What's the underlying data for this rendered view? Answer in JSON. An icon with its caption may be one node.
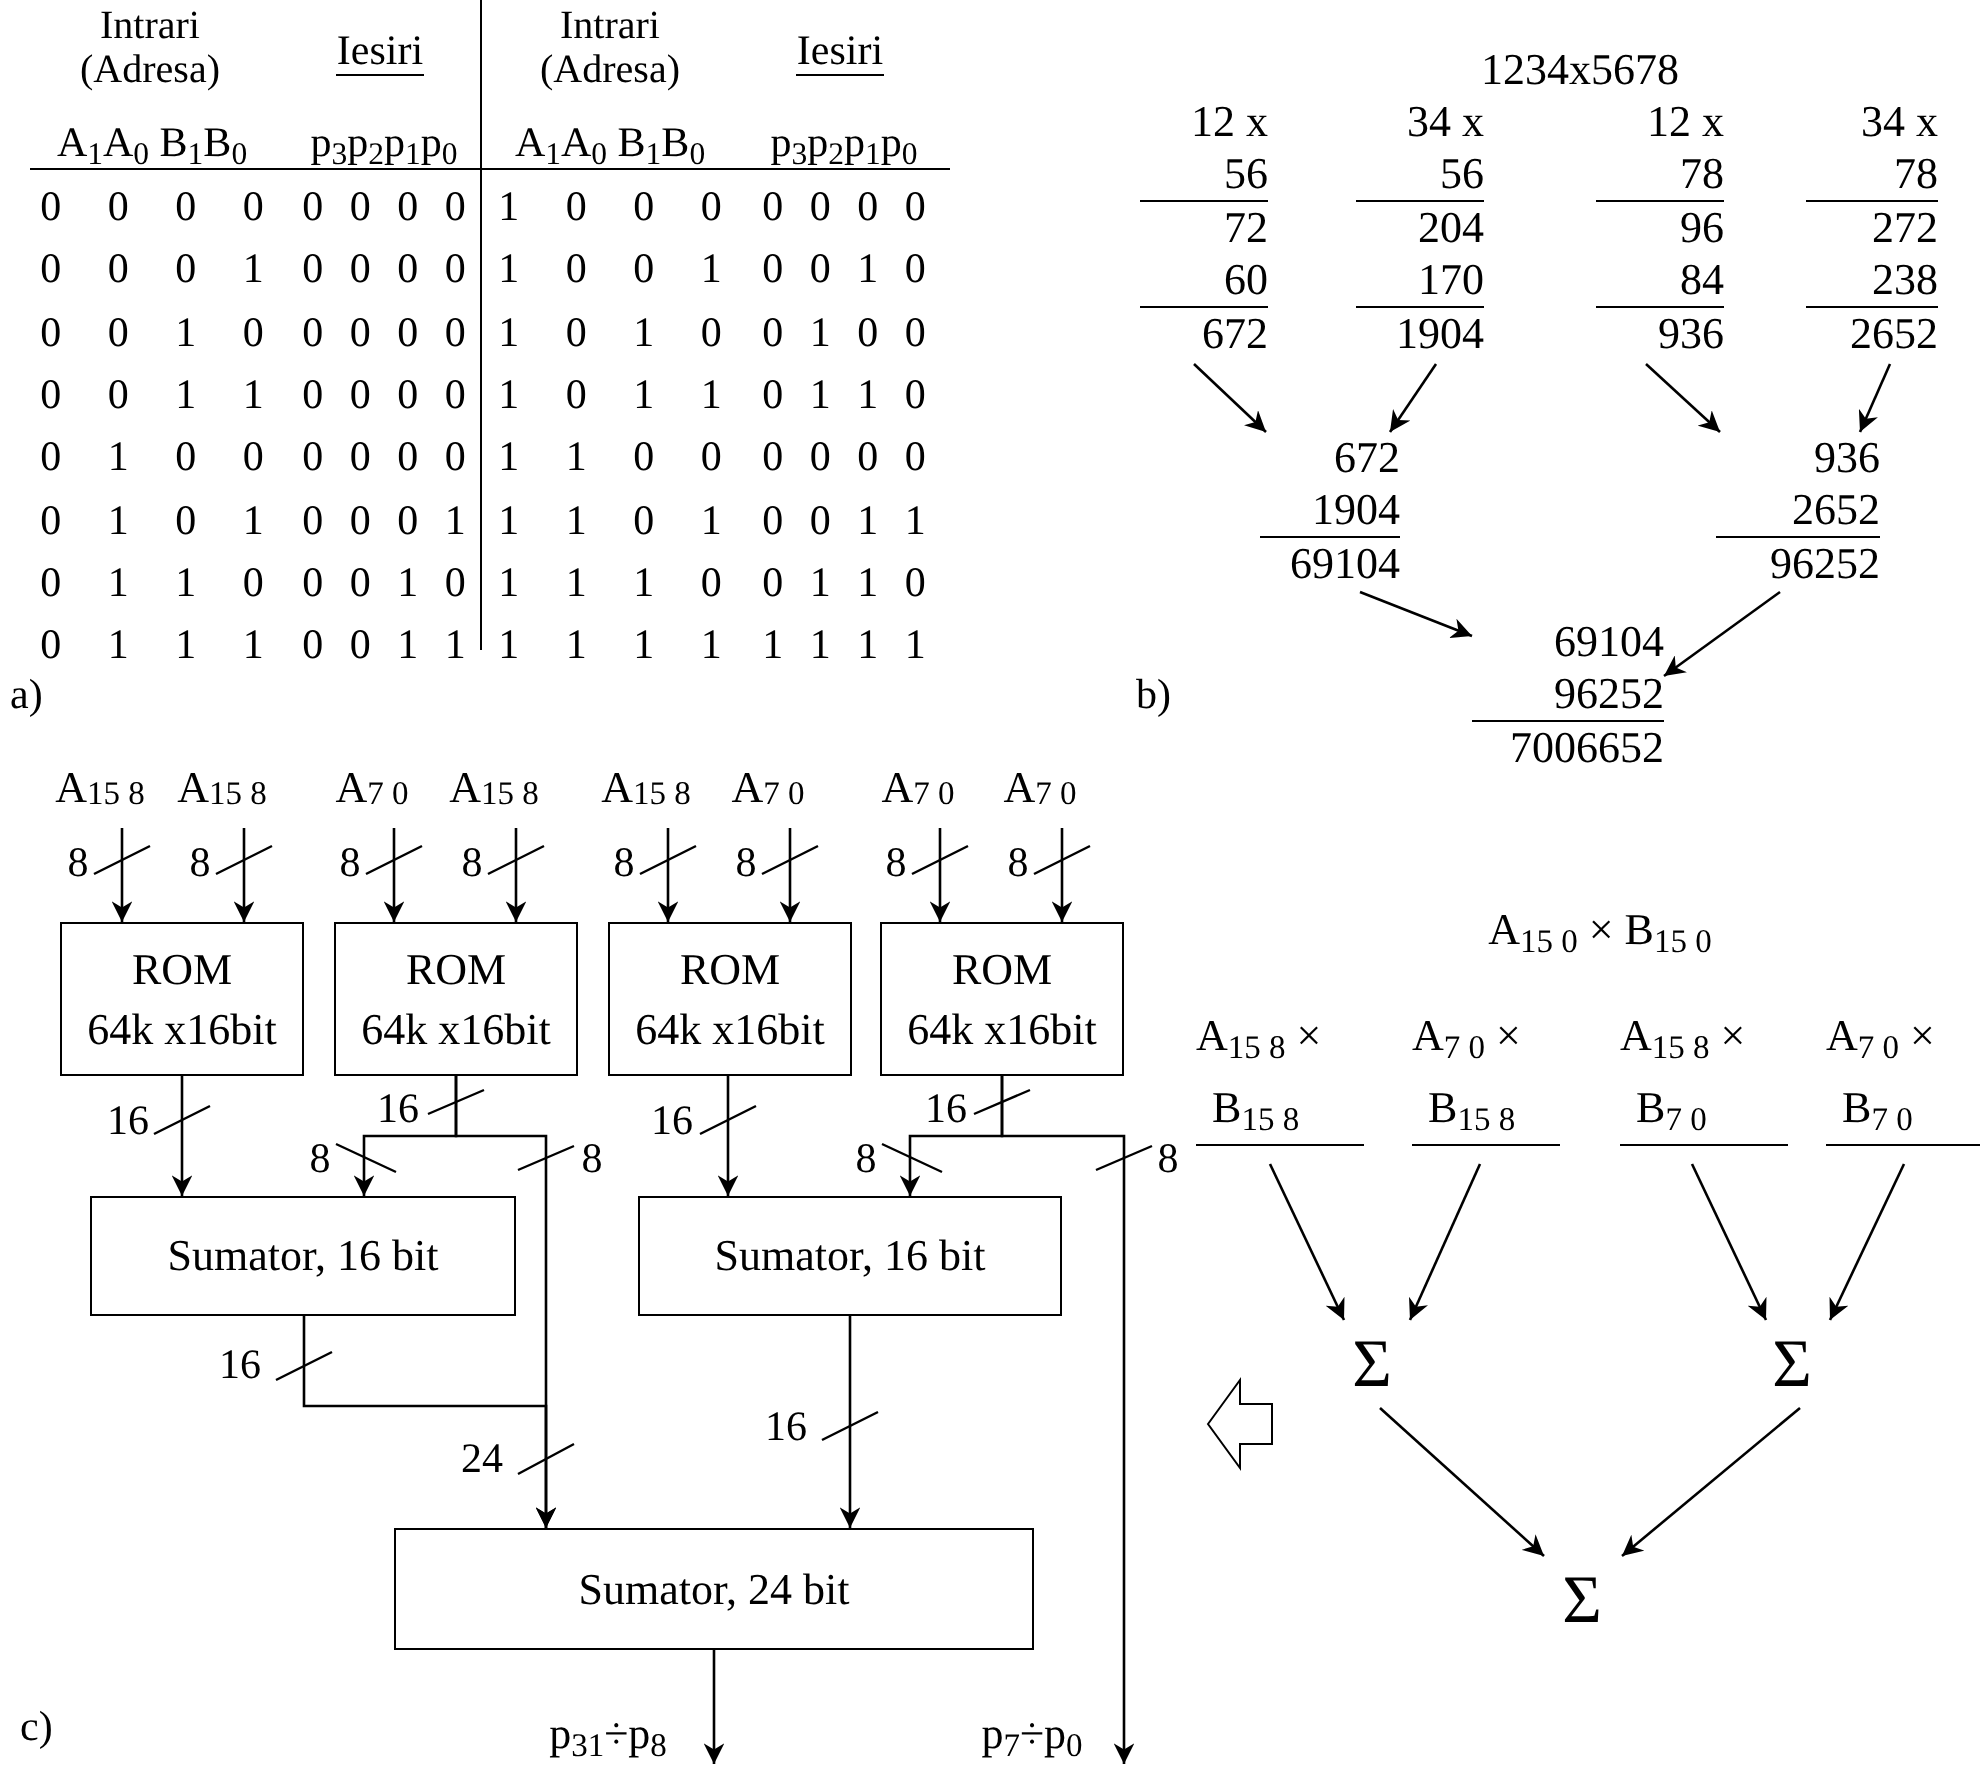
{
  "diagram": {
    "nodes": [
      {
        "text": [
          "12 x",
          "56",
          "72",
          "60",
          "672"
        ]
      },
      {
        "text": [
          "34 x",
          "56",
          "204",
          "170",
          "1904"
        ]
      },
      {
        "text": [
          "12 x",
          "78",
          "96",
          "84",
          "936"
        ]
      },
      {
        "text": [
          "34 x",
          "78",
          "272",
          "238",
          "2652"
        ]
      },
      {
        "text": [
          "672",
          "1904",
          "69104"
        ]
      },
      {
        "text": [
          "936",
          "2652",
          "96252"
        ]
      },
      {
        "text": [
          "69104",
          "96252",
          "7006652"
        ]
      },
      {
        "text": [
          "A$_{15 8}$"
        ]
      },
      {
        "text": [
          "A$_{15 8}$"
        ]
      },
      {
        "text": [
          "A$_{7 0}$"
        ]
      },
      {
        "text": [
          "A$_{15 8}$"
        ]
      },
      {
        "text": [
          "A$_{15 8}$"
        ]
      },
      {
        "text": [
          "A$_{7 0}$"
        ]
      },
      {
        "text": [
          "A$_{7 0}$"
        ]
      },
      {
        "text": [
          "A$_{7 0}$"
        ]
      },
      {
        "text": [
          "ROM",
          "64k x16bit"
        ]
      },
      {
        "text": [
          "ROM",
          "64k x16bit"
        ]
      },
      {
        "text": [
          "ROM",
          "64k x16bit"
        ]
      },
      {
        "text": [
          "ROM",
          "64k x16bit"
        ]
      },
      {
        "text": [
          "Sumator, 16 bit"
        ]
      },
      {
        "text": [
          "Sumator, 16 bit"
        ]
      },
      {
        "text": [
          "Sumator, 24 bit"
        ]
      },
      {
        "text": [
          "A$_{15 8}$ ×",
          "B$_{15 8}$"
        ]
      },
      {
        "text": [
          "A$_{7 0}$ ×",
          "B$_{15 8}$"
        ]
      },
      {
        "text": [
          "A$_{15 8}$ ×",
          "B$_{7 0}$"
        ]
      },
      {
        "text": [
          "A$_{7 0}$ ×",
          "B$_{7 0}$"
        ]
      },
      {
        "text": [
          "Σ"
        ]
      },
      {
        "text": [
          "Σ"
        ]
      },
      {
        "text": [
          "Σ"
        ]
      }
    ],
    "edges": [
      {
        "from": 0,
        "to": 4,
        "arrow": "to"
      },
      {
        "from": 1,
        "to": 4,
        "arrow": "to"
      },
      {
        "from": 2,
        "to": 5,
        "arrow": "to"
      },
      {
        "from": 3,
        "to": 5,
        "arrow": "to"
      },
      {
        "from": 4,
        "to": 6,
        "arrow": "to"
      },
      {
        "from": 5,
        "to": 6,
        "arrow": "to"
      },
      {
        "from": 7,
        "to": 15,
        "arrow": "to",
        "label": "8"
      },
      {
        "from": 8,
        "to": 15,
        "arrow": "to",
        "label": "8"
      },
      {
        "from": 9,
        "to": 16,
        "arrow": "to",
        "label": "8"
      },
      {
        "from": 10,
        "to": 16,
        "arrow": "to",
        "label": "8"
      },
      {
        "from": 11,
        "to": 17,
        "arrow": "to",
        "label": "8"
      },
      {
        "from": 12,
        "to": 17,
        "arrow": "to",
        "label": "8"
      },
      {
        "from": 13,
        "to": 18,
        "arrow": "to",
        "label": "8"
      },
      {
        "from": 14,
        "to": 18,
        "arrow": "to",
        "label": "8"
      },
      {
        "from": 15,
        "to": 19,
        "arrow": "to",
        "label": "16"
      },
      {
        "from": 16,
        "to": 19,
        "arrow": "to",
        "label": "8"
      },
      {
        "from": 16,
        "to": 21,
        "arrow": "to",
        "label": "8"
      },
      {
        "from": 19,
        "to": 21,
        "arrow": "to",
        "label": "16"
      },
      {
        "from": 17,
        "to": 20,
        "arrow": "to",
        "label": "16"
      },
      {
        "from": 18,
        "to": 20,
        "arrow": "to",
        "label": "8"
      },
      {
        "from": 18,
        "to": null,
        "arrow": "to",
        "label": "8"
      },
      {
        "from": 20,
        "to": 21,
        "arrow": "to",
        "label": "16"
      },
      {
        "from": 21,
        "to": null,
        "arrow": "to"
      },
      {
        "from": 22,
        "to": 26,
        "arrow": "to"
      },
      {
        "from": 23,
        "to": 26,
        "arrow": "to"
      },
      {
        "from": 24,
        "to": 27,
        "arrow": "to"
      },
      {
        "from": 25,
        "to": 27,
        "arrow": "to"
      },
      {
        "from": 26,
        "to": 28,
        "arrow": "to"
      },
      {
        "from": 27,
        "to": 28,
        "arrow": "to"
      }
    ],
    "labels": [
      "Intrari (Adresa)",
      "Iesiri",
      "Intrari (Adresa)",
      "Iesiri",
      "A$_{1}$A$_{0}$ B$_{1}$B$_{0}$",
      "p$_{3}$p$_{2}$p$_{1}$p$_{0}$",
      "A$_{1}$A$_{0}$ B$_{1}$B$_{0}$",
      "p$_{3}$p$_{2}$p$_{1}$p$_{0}$",
      "0 0 0 0",
      "0 0 0 0",
      "1 0 0 0",
      "0 0 0 0",
      "0 0 0 1",
      "0 0 0 0",
      "1 0 0 1",
      "0 0 1 0",
      "0 0 1 0",
      "0 0 0 0",
      "1 0 1 0",
      "0 1 0 0",
      "0 0 1 1",
      "0 0 0 0",
      "1 0 1 1",
      "0 1 1 0",
      "0 1 0 0",
      "0 0 0 0",
      "1 1 0 0",
      "0 0 0 0",
      "0 1 0 1",
      "0 0 0 1",
      "1 1 0 1",
      "0 0 1 1",
      "0 1 1 0",
      "0 0 1 0",
      "1 1 1 0",
      "0 1 1 0",
      "0 1 1 1",
      "0 0 1 1",
      "1 1 1 1",
      "1 1 1 1",
      "a)",
      "1234x5678",
      "b)",
      "c)",
      "16",
      "16",
      "24",
      "A$_{15 0}$ × B$_{15 0}$",
      "p$_{31}$÷p$_{8}$",
      "p$_{7}$÷p$_{0}$"
    ]
  }
}
